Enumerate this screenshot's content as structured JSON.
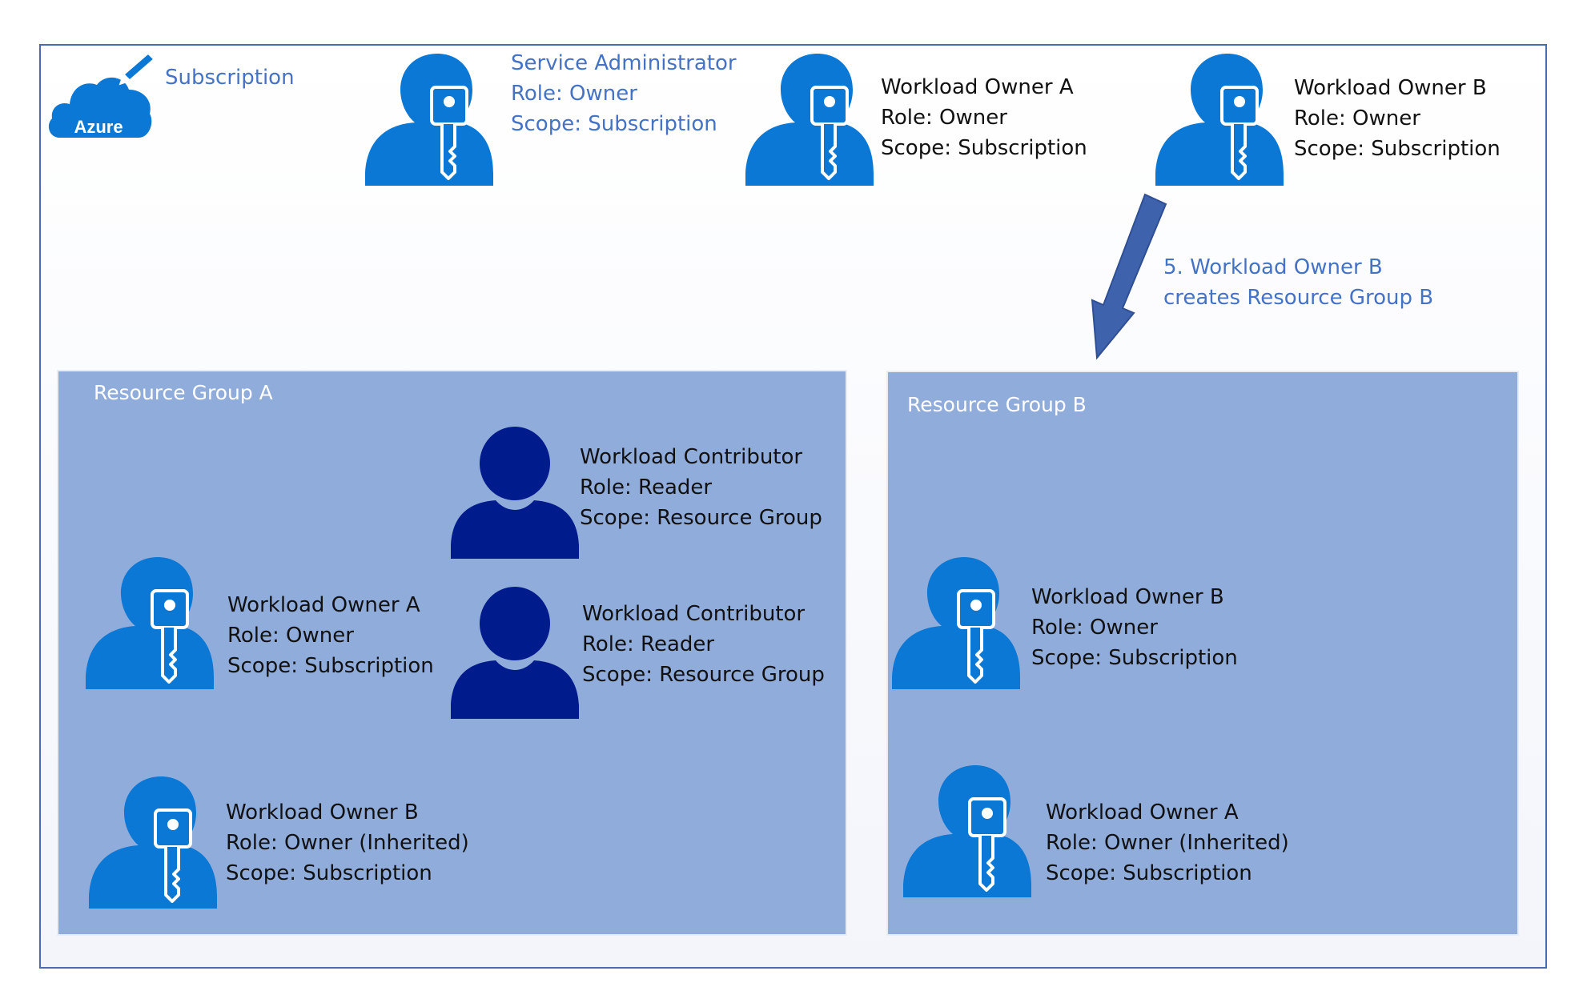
{
  "colors": {
    "owner_icon": "#0a78d4",
    "contributor_icon": "#001c8c",
    "accent_text": "#4472c4",
    "resource_group_fill": "#90acdb",
    "arrow": "#3f62ad"
  },
  "subscription": {
    "cloud_label": "Azure",
    "label": "Subscription",
    "people": [
      {
        "icon": "owner-key-icon",
        "lines": [
          "Service Administrator",
          "Role: Owner",
          "Scope: Subscription"
        ]
      },
      {
        "icon": "owner-key-icon",
        "lines": [
          "Workload Owner A",
          "Role: Owner",
          "Scope: Subscription"
        ]
      },
      {
        "icon": "owner-key-icon",
        "lines": [
          "Workload Owner B",
          "Role: Owner",
          "Scope: Subscription"
        ]
      }
    ]
  },
  "step": {
    "lines": [
      "5. Workload Owner B",
      "creates Resource Group B"
    ]
  },
  "resource_group_a": {
    "title": "Resource Group A",
    "people": [
      {
        "icon": "contributor-icon",
        "lines": [
          "Workload Contributor",
          "Role: Reader",
          "Scope: Resource Group"
        ]
      },
      {
        "icon": "owner-key-icon",
        "lines": [
          "Workload Owner A",
          "Role: Owner",
          "Scope: Subscription"
        ]
      },
      {
        "icon": "contributor-icon",
        "lines": [
          "Workload Contributor",
          "Role: Reader",
          "Scope: Resource Group"
        ]
      },
      {
        "icon": "owner-key-icon",
        "lines": [
          "Workload Owner B",
          "Role: Owner (Inherited)",
          "Scope: Subscription"
        ]
      }
    ]
  },
  "resource_group_b": {
    "title": "Resource Group B",
    "people": [
      {
        "icon": "owner-key-icon",
        "lines": [
          "Workload Owner B",
          "Role: Owner",
          "Scope: Subscription"
        ]
      },
      {
        "icon": "owner-key-icon",
        "lines": [
          "Workload Owner A",
          "Role: Owner (Inherited)",
          "Scope: Subscription"
        ]
      }
    ]
  }
}
